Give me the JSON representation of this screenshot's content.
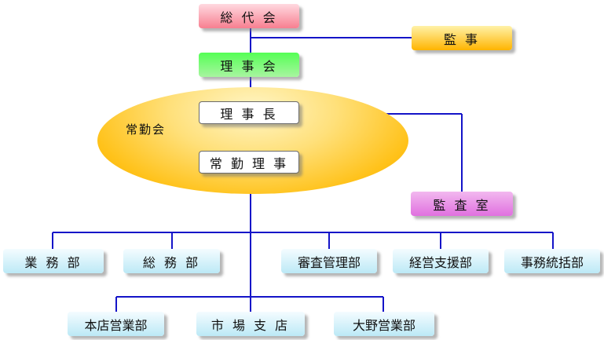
{
  "ellipse": {
    "label": "常勤会"
  },
  "nodes": {
    "soudaikai": "総 代 会",
    "kanji": "監 事",
    "rijikai": "理 事 会",
    "rijichou": "理 事 長",
    "joukin_riji": "常 勤 理 事",
    "kansashitsu": "監 査 室",
    "gyoumubu": "業 務 部",
    "soumubu": "総 務 部",
    "shinsa_kanribu": "審査管理部",
    "keiei_shienbu": "経営支援部",
    "jimu_toukatsubu": "事務統括部",
    "honten": "本店営業部",
    "ichiba_shiten": "市 場 支 店",
    "oono": "大野営業部"
  },
  "colors": {
    "line": "#1414c8",
    "top_box": "#f77f90",
    "board_box": "#55ff55",
    "auditor_box": "#ffb400",
    "audit_office_box": "#e070df",
    "department_box": "#bce9f6",
    "ellipse": "#ffc21a"
  }
}
